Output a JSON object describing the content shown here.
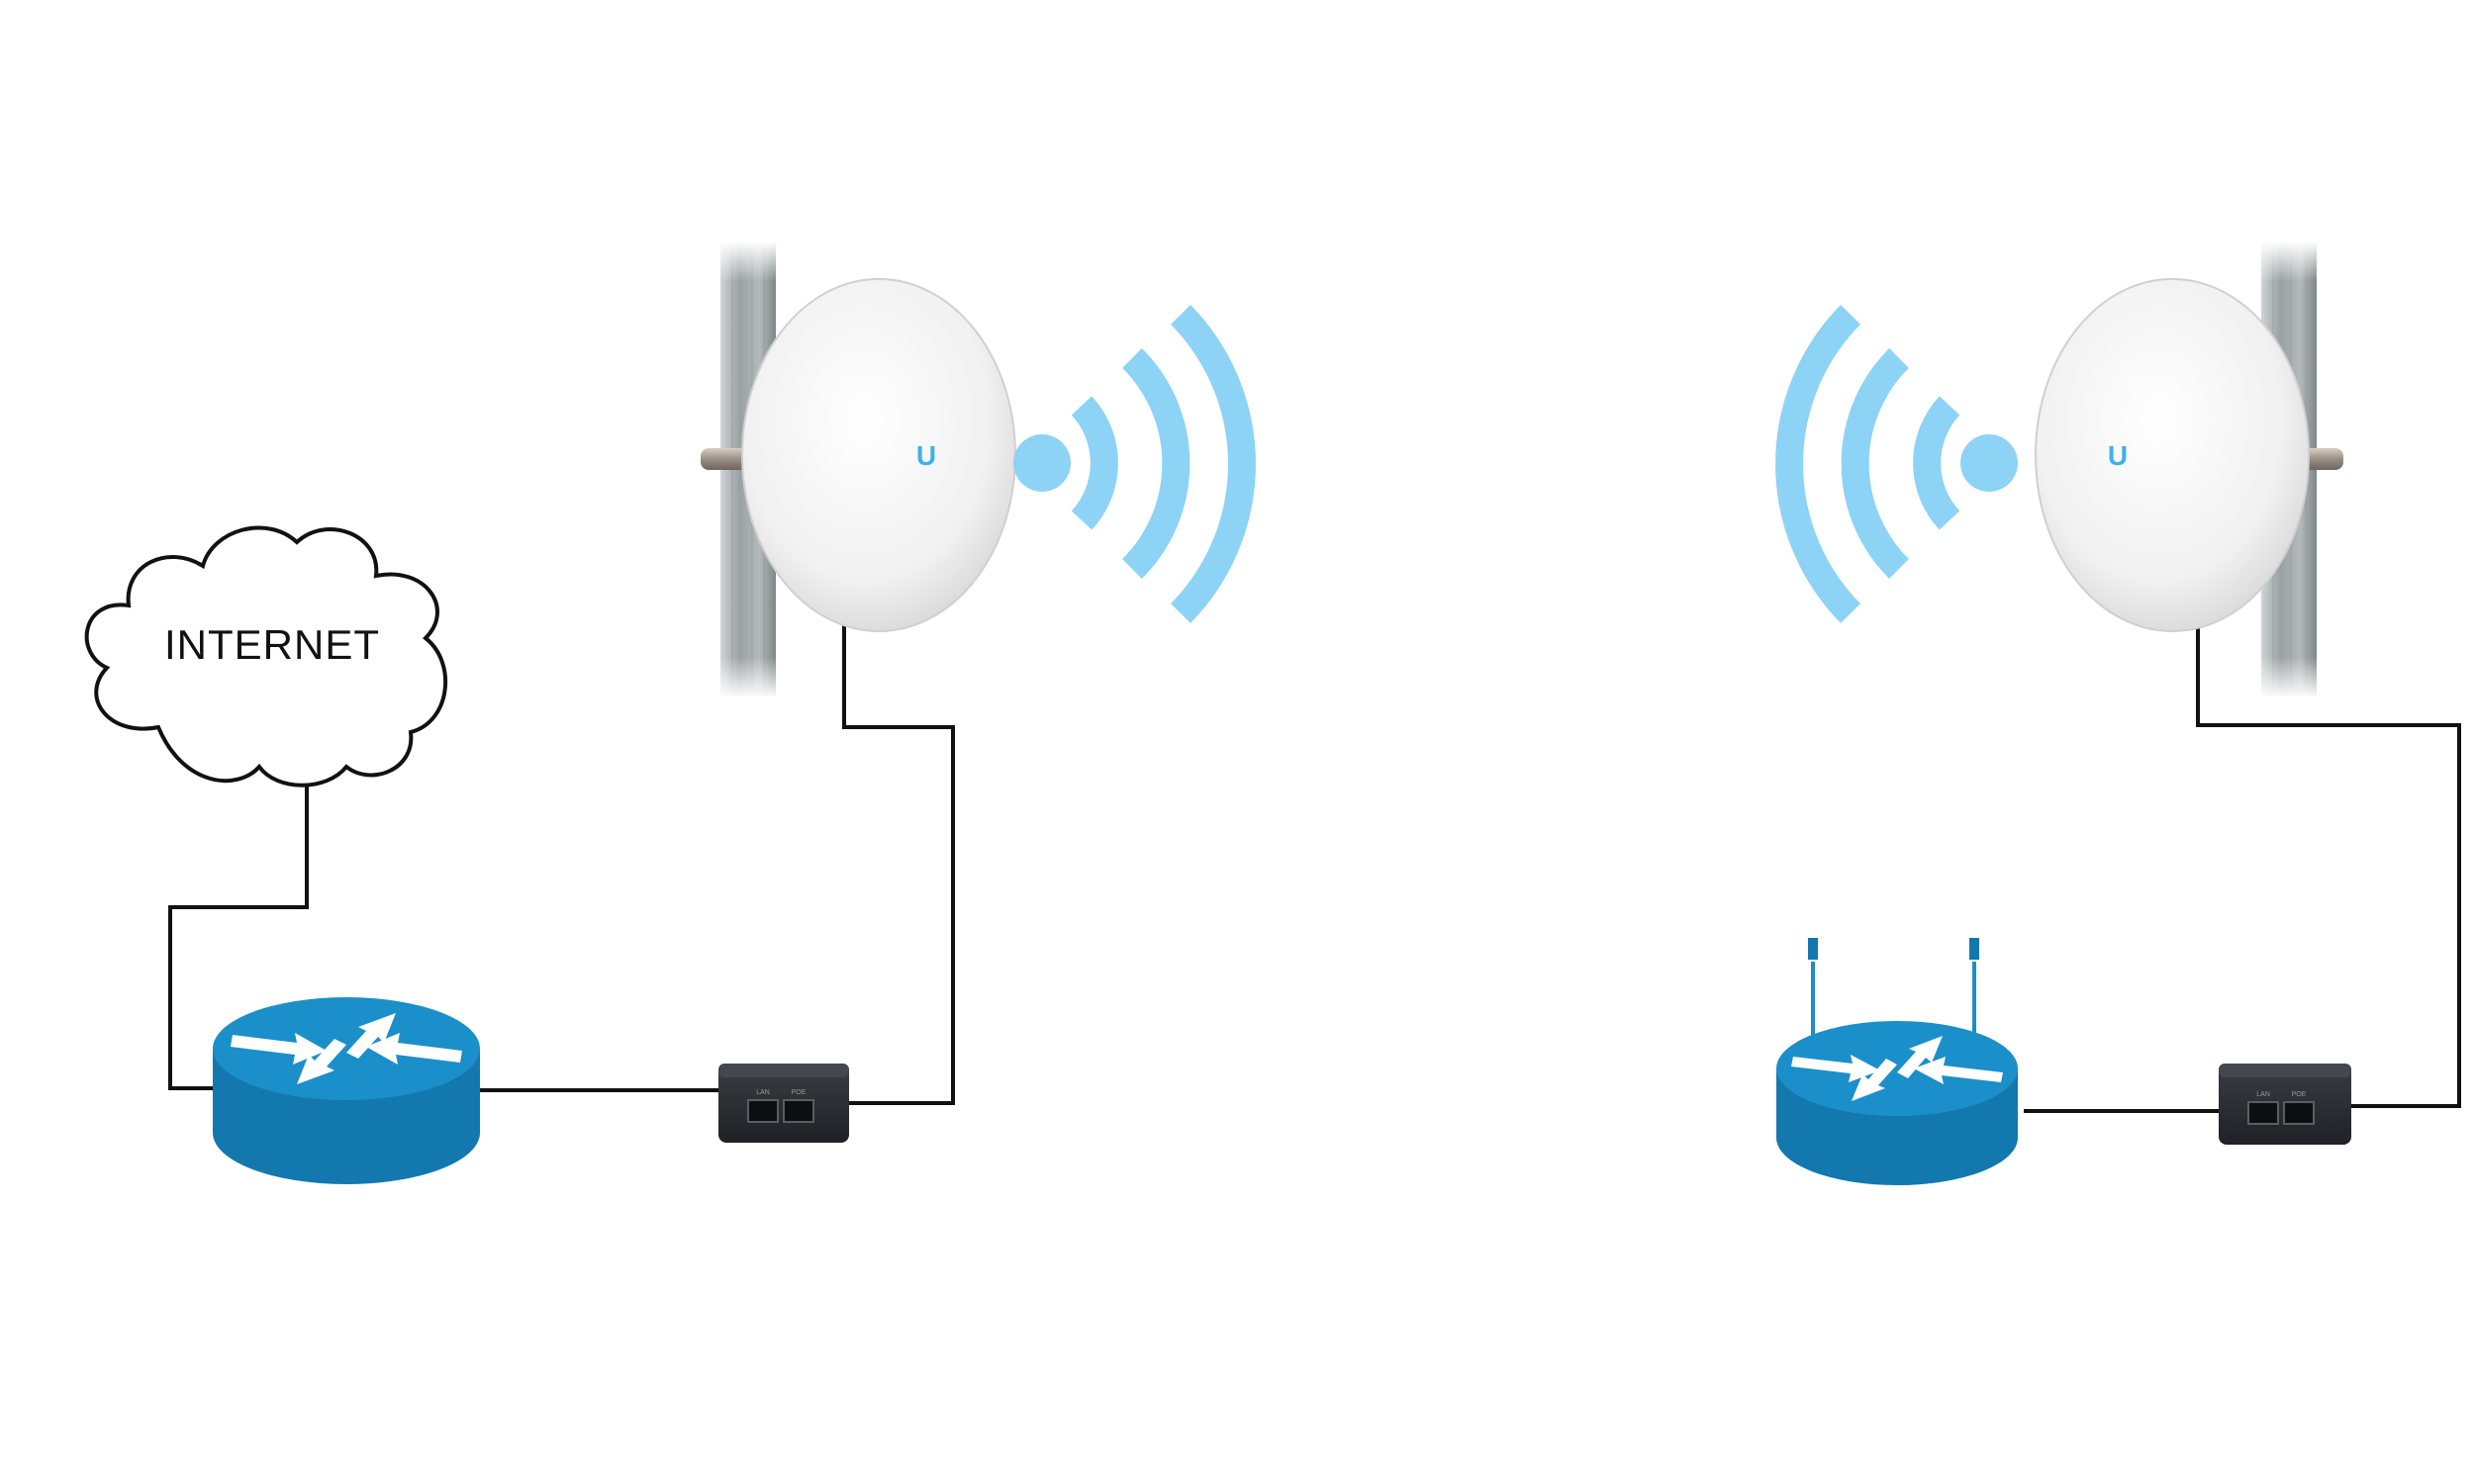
{
  "cloud": {
    "label": "INTERNET"
  },
  "poe_left": {
    "port_labels": [
      "LAN",
      "POE"
    ]
  },
  "poe_right": {
    "port_labels": [
      "LAN",
      "POE"
    ]
  },
  "antenna_logo": "U",
  "colors": {
    "router_blue": "#1378ad",
    "router_top": "#1b8fc9",
    "wifi_blue": "#8dd3f5",
    "cable": "#111111",
    "pole": "#9ea4a5",
    "dish": "#f2f2f2",
    "logo_blue": "#3fb1e8",
    "poe_body": "#2a2c31"
  },
  "icons": {
    "cloud": "cloud-icon",
    "antenna": "dish-antenna-icon",
    "wifi": "wifi-signal-icon",
    "router": "router-icon",
    "wireless_router": "wireless-router-icon",
    "poe": "poe-injector-icon"
  }
}
